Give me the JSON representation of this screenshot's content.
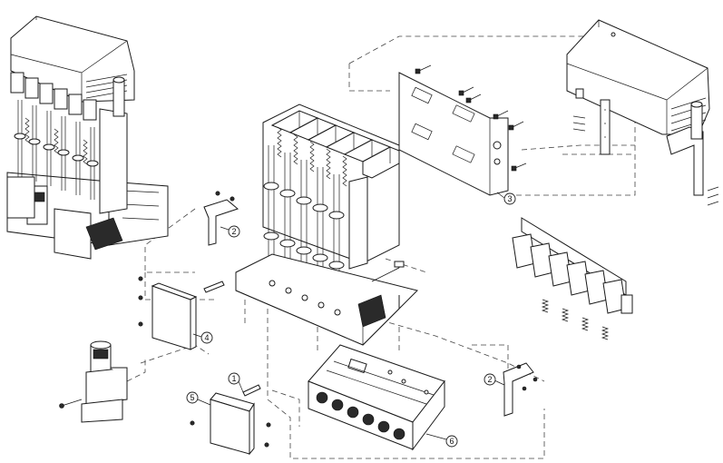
{
  "figure": {
    "description_type": "exploded-assembly-drawing"
  },
  "callouts": [
    {
      "id": "c1",
      "label": "1"
    },
    {
      "id": "c2a",
      "label": "2"
    },
    {
      "id": "c2b",
      "label": "2"
    },
    {
      "id": "c3",
      "label": "3"
    },
    {
      "id": "c4",
      "label": "4"
    },
    {
      "id": "c5",
      "label": "5"
    },
    {
      "id": "c6",
      "label": "6"
    }
  ],
  "colors": {
    "line": "#1a1a1a",
    "background": "#ffffff",
    "fill_dark": "#2a2a2a"
  }
}
